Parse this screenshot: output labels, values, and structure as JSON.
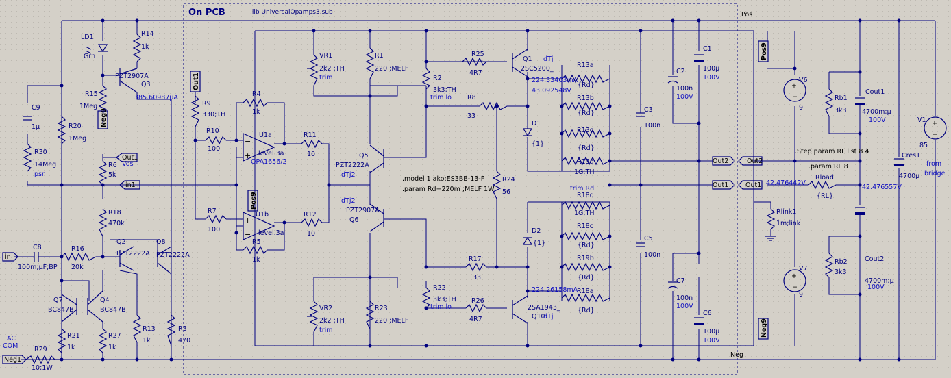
{
  "header": {
    "title": "On PCB",
    "lib": ".lib UniversalOpamps3.sub"
  },
  "nets": {
    "pos": "Pos",
    "neg": "Neg"
  },
  "directives": {
    "model": ".model 1 ako:ES3BB-13-F",
    "param_rd": ".param Rd=220m ;MELF 1W",
    "step": ".Step param RL list 8 4",
    "param_rl": ".param RL 8"
  },
  "probes": {
    "q1_current": "224.33463mA",
    "q1_voltage": "43.092548V",
    "q10_current": "224.26158mA",
    "q3_current": "385.60987µA",
    "out_left": "42.476442V",
    "out_right": "42.476557V"
  },
  "ports": {
    "in": "in",
    "in1": "in1",
    "out1_a": "Out1",
    "out1_b": "Out1",
    "out1_c": "Out1",
    "out1_d": "Out1",
    "out2_a": "Out2",
    "out2_b": "Out2",
    "pos9_a": "Pos9",
    "pos9_b": "Pos9",
    "neg9_a": "Neg9",
    "neg9_b": "Neg9",
    "neg1": "Neg1"
  },
  "labels": {
    "ac_com": "AC",
    "ac_com2": "COM",
    "from_bridge": "from",
    "from_bridge2": "bridge",
    "psr": "psr",
    "vos": "Vos",
    "trim1": "trim",
    "trim2": "trim",
    "trim_lo1": "trim lo",
    "trim_lo2": "trim lo",
    "trim_rd": "trim Rd",
    "dtj_q1": "dTj",
    "dtj_q10": "dTj",
    "dtj_q5": "dTj2",
    "dtj_q6": "dTj2"
  },
  "components": {
    "LD1": [
      "LD1",
      "Grn"
    ],
    "R14": [
      "R14",
      "1k"
    ],
    "Q3": [
      "PZT2907A",
      "Q3"
    ],
    "R15": [
      "R15",
      "1Meg"
    ],
    "C9": [
      "C9",
      "1µ"
    ],
    "R30": [
      "R30",
      "14Meg"
    ],
    "R20": [
      "R20",
      "1Meg"
    ],
    "R6": [
      "R6",
      "5k"
    ],
    "R18": [
      "R18",
      "470k"
    ],
    "R9": [
      "R9",
      "330;TH"
    ],
    "R4": [
      "R4",
      "1k"
    ],
    "R10": [
      "R10",
      "100"
    ],
    "U1a": [
      "U1a",
      "level.3a",
      "OPA1656/2"
    ],
    "R11": [
      "R11",
      "10"
    ],
    "R7": [
      "R7",
      "100"
    ],
    "U1b": [
      "U1b",
      "level.3a"
    ],
    "R5": [
      "R5",
      "1k"
    ],
    "R12": [
      "R12",
      "10"
    ],
    "C8": [
      "C8",
      "100m;µF;BP"
    ],
    "R16": [
      "R16",
      "20k"
    ],
    "Q2": [
      "Q2",
      "PZT2222A"
    ],
    "Q8": [
      "Q8",
      "PZT2222A"
    ],
    "Q7": [
      "Q7",
      "BC847B"
    ],
    "Q4": [
      "Q4",
      "BC847B"
    ],
    "R21": [
      "R21",
      "1k"
    ],
    "R27": [
      "R27",
      "1k"
    ],
    "R13": [
      "R13",
      "1k"
    ],
    "R3": [
      "R3",
      "470"
    ],
    "R29": [
      "R29",
      "10;1W"
    ],
    "VR1": [
      "VR1",
      "2k2 ;TH"
    ],
    "R1": [
      "R1",
      "220  ;MELF"
    ],
    "R2": [
      "R2",
      "3k3;TH"
    ],
    "R25": [
      "R25",
      "4R7"
    ],
    "Q1": [
      "Q1",
      "2SC5200_"
    ],
    "R8": [
      "R8",
      "33"
    ],
    "D1": [
      "D1",
      "{1}"
    ],
    "Q5": [
      "Q5",
      "PZT2222A"
    ],
    "R24": [
      "R24",
      "56"
    ],
    "Q6": [
      "PZT2907A",
      "Q6"
    ],
    "D2": [
      "D2",
      "{1}"
    ],
    "R17": [
      "R17",
      "33"
    ],
    "R22": [
      "R22",
      "3k3;TH"
    ],
    "VR2": [
      "VR2",
      "2k2 ;TH"
    ],
    "R23": [
      "R23",
      "220  ;MELF"
    ],
    "R26": [
      "R26",
      "4R7"
    ],
    "Q10": [
      "2SA1943_",
      "Q10"
    ],
    "R13a": [
      "R13a",
      "{Rd}"
    ],
    "R13b": [
      "R13b",
      "{Rd}"
    ],
    "R13c": [
      "R13c",
      "{Rd}"
    ],
    "R13d": [
      "R13d",
      "1G;TH"
    ],
    "R18d": [
      "R18d",
      "1G;TH"
    ],
    "R18c": [
      "R18c",
      "{Rd}"
    ],
    "R19b": [
      "R19b",
      "{Rd}"
    ],
    "R18a": [
      "R18a",
      "{Rd}"
    ],
    "C3": [
      "C3",
      "100n"
    ],
    "C5": [
      "C5",
      "100n"
    ],
    "C2": [
      "C2",
      "100n",
      "100V"
    ],
    "C1": [
      "C1",
      "100µ",
      "100V"
    ],
    "C7": [
      "C7",
      "100n",
      "100V"
    ],
    "C6": [
      "C6",
      "100µ",
      "100V"
    ],
    "V6": [
      "V6",
      "9"
    ],
    "V7": [
      "V7",
      "9"
    ],
    "Rlink1": [
      "Rlink1",
      "1m;link"
    ],
    "Rload": [
      "Rload",
      "{RL}"
    ],
    "Rb1": [
      "Rb1",
      "3k3"
    ],
    "Cout1": [
      "Cout1",
      "4700m;µ",
      "100V"
    ],
    "Rb2": [
      "Rb2",
      "3k3"
    ],
    "Cout2": [
      "Cout2",
      "4700m;µ",
      "100V"
    ],
    "Cres1": [
      "Cres1",
      "4700µ"
    ],
    "V1": [
      "V1",
      "85"
    ]
  }
}
